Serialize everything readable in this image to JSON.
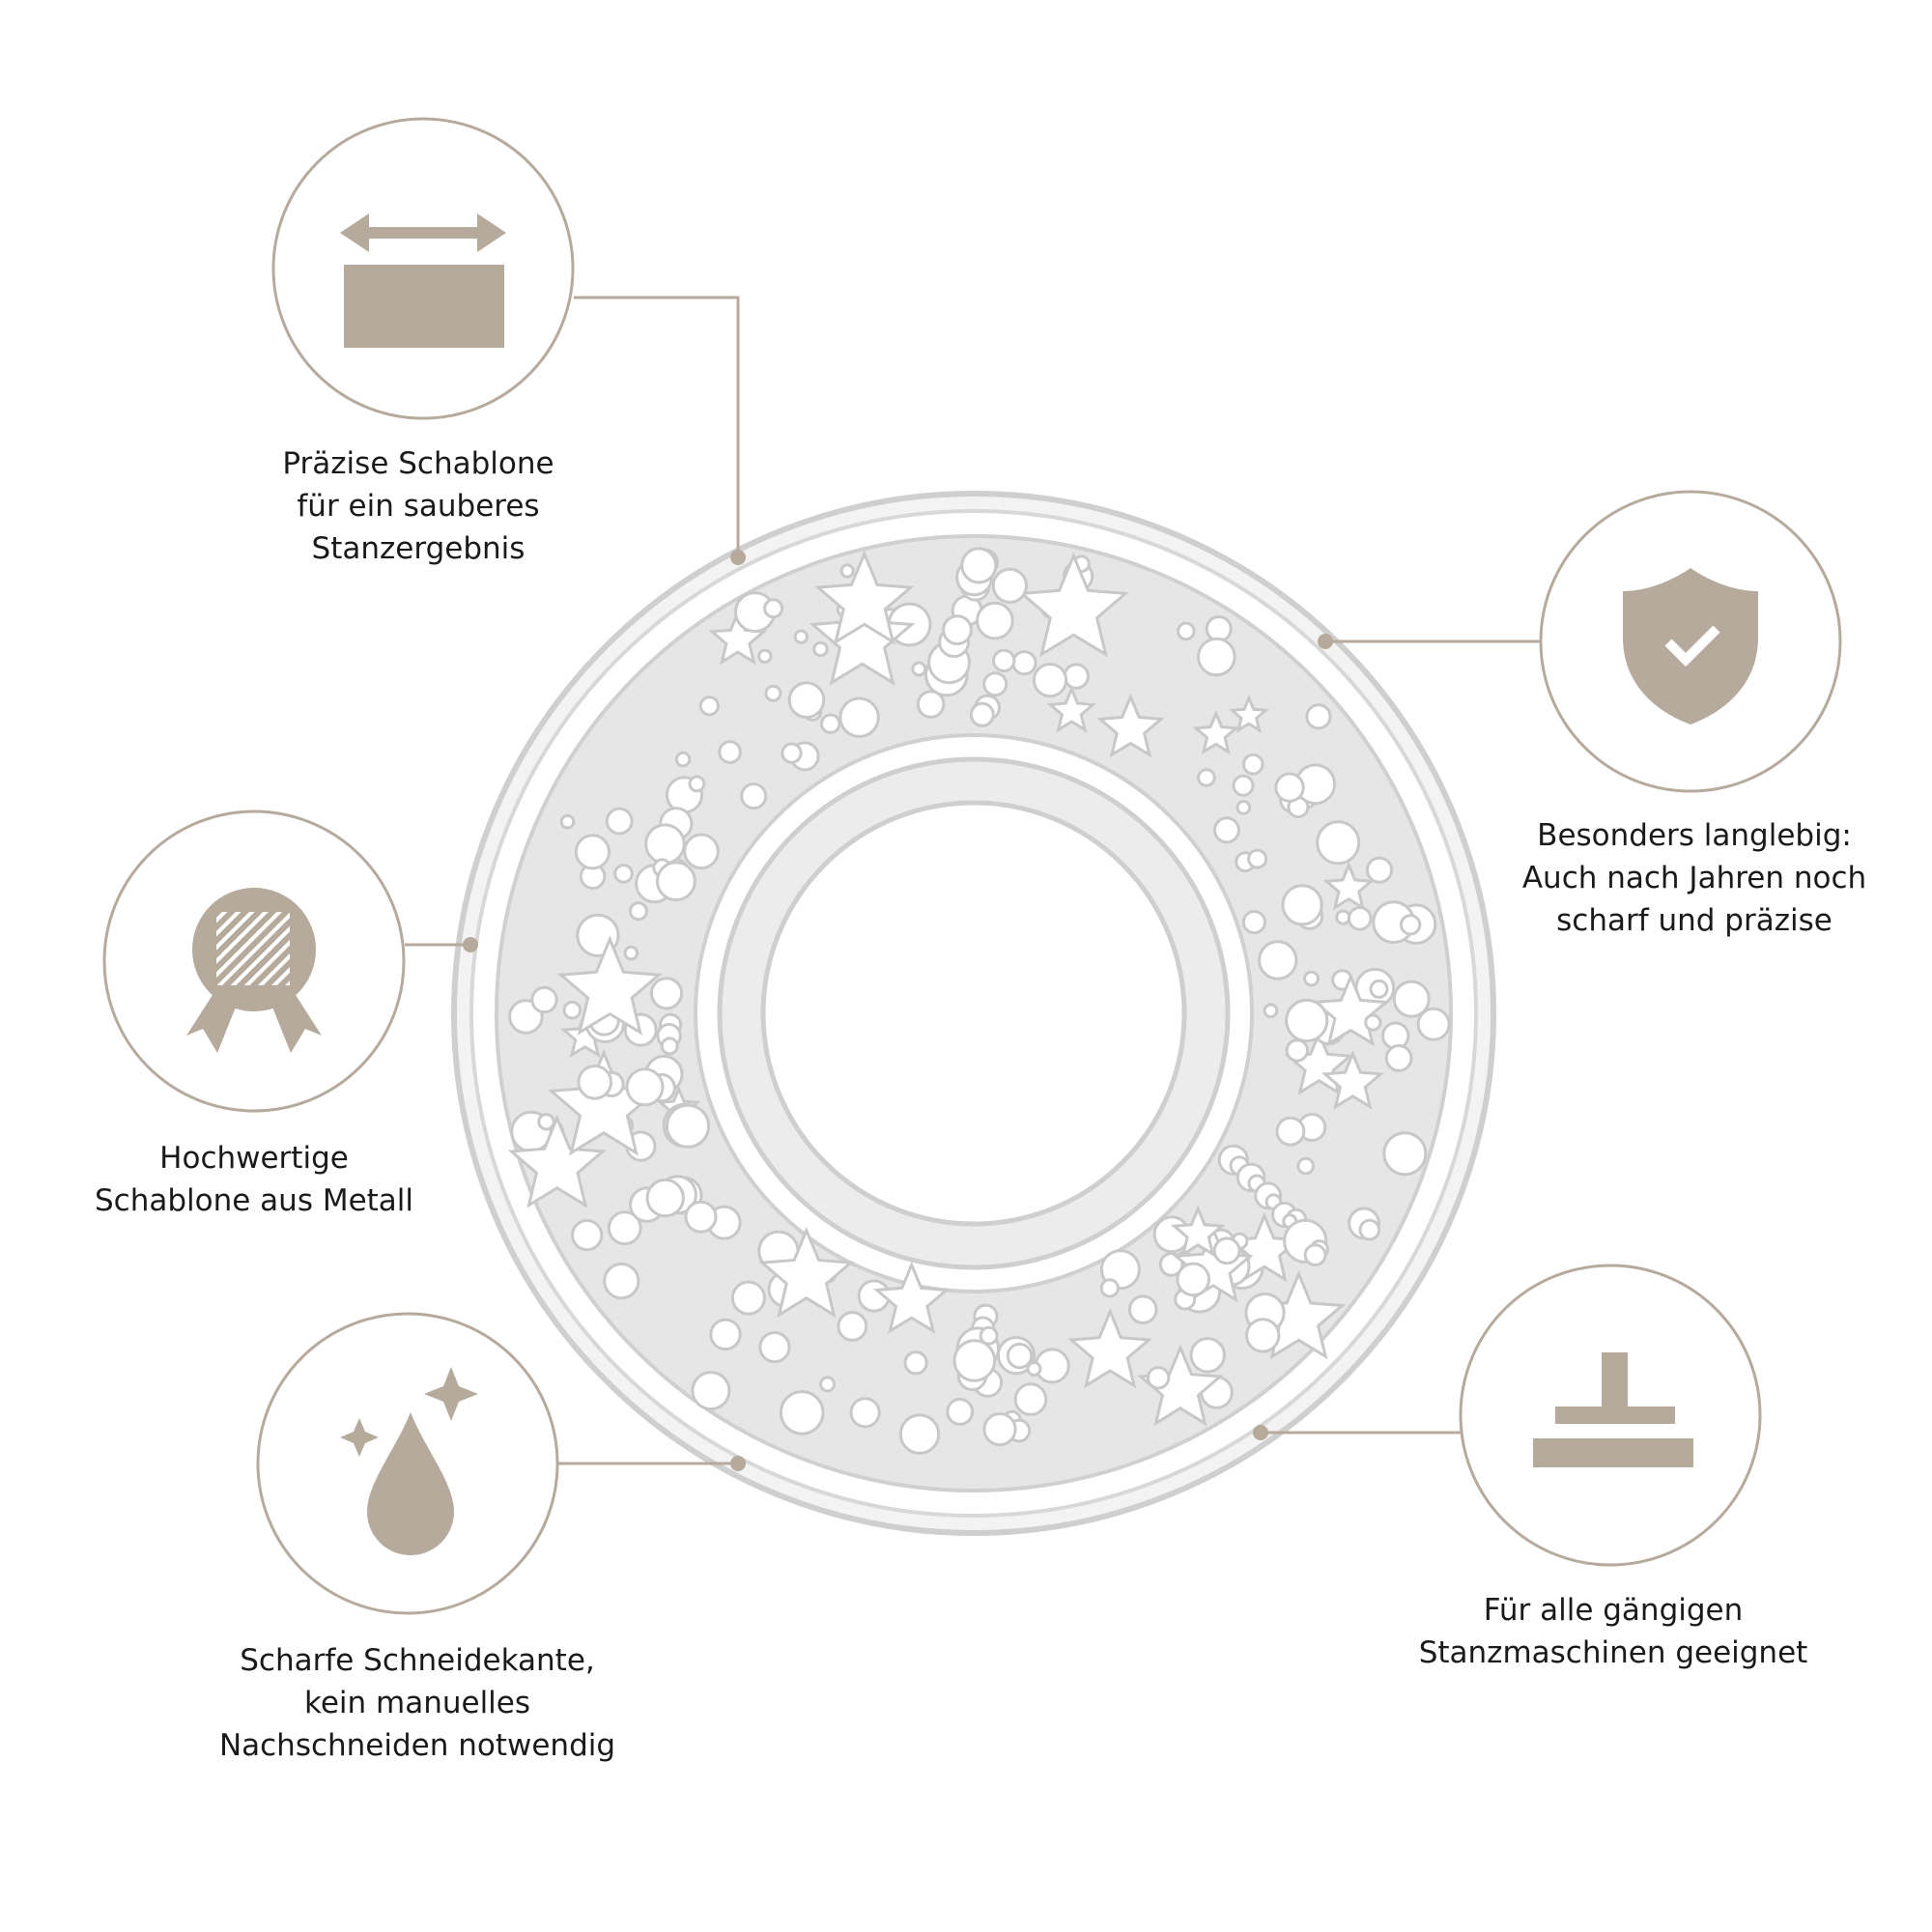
{
  "colors": {
    "accent": "#b5aa9c",
    "text": "#1a1a1a",
    "metal": "#e6e6e6",
    "metal_edge": "#cfcfcf"
  },
  "features": [
    {
      "icon": "width-arrow-icon",
      "lines": [
        "Präzise Schablone",
        "für ein sauberes",
        "Stanzergebnis"
      ]
    },
    {
      "icon": "award-badge-icon",
      "lines": [
        "Hochwertige",
        "Schablone aus Metall"
      ]
    },
    {
      "icon": "sharp-drop-sparkle-icon",
      "lines": [
        "Scharfe Schneidekante,",
        "kein manuelles",
        "Nachschneiden notwendig"
      ]
    },
    {
      "icon": "shield-check-icon",
      "lines": [
        "Besonders langlebig:",
        "Auch nach Jahren noch",
        "scharf und präzise"
      ]
    },
    {
      "icon": "press-machine-icon",
      "lines": [
        "Für alle gängigen",
        "Stanzmaschinen geeignet"
      ]
    }
  ]
}
